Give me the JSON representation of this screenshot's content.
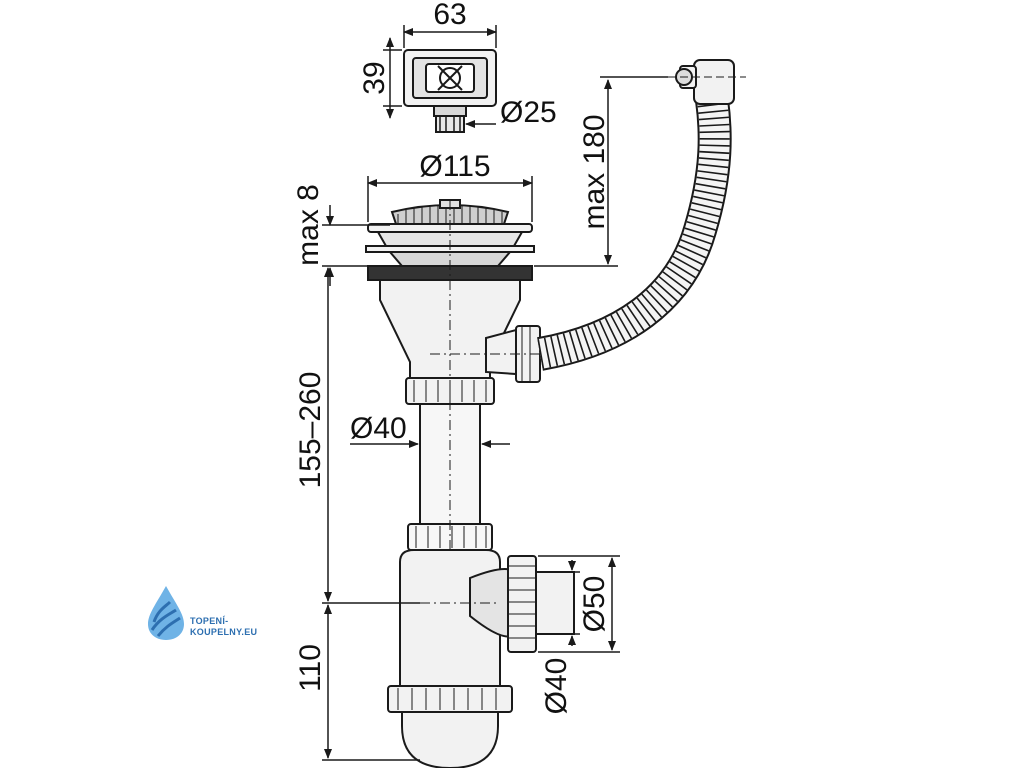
{
  "dimensions": {
    "overflow_width": "63",
    "overflow_height": "39",
    "overflow_outlet": "Ø25",
    "strainer_diameter": "Ø115",
    "sink_thickness": "max 8",
    "hose_height": "max 180",
    "pipe_diameter": "Ø40",
    "drop_height": "155–260",
    "side_outlet": "Ø50",
    "side_outlet_inner": "Ø40",
    "trap_height": "110"
  },
  "brand": {
    "line1": "TOPENÍ-",
    "line2": "KOUPELNY.EU"
  },
  "colors": {
    "line": "#1a1a1a",
    "part_fill": "#f2f2f2",
    "shade": "#cfcfcf",
    "brand_blue": "#2d6fb0",
    "brand_light": "#6fb3e6"
  }
}
